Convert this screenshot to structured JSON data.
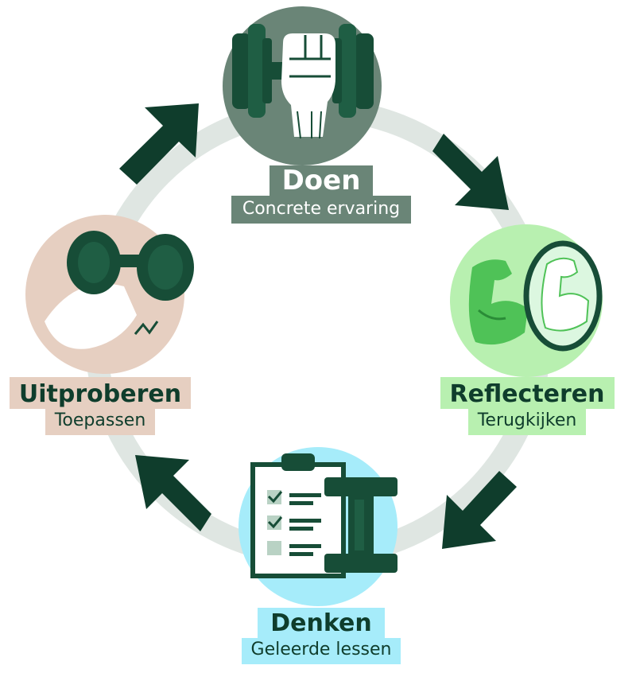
{
  "stages": {
    "doen": {
      "title": "Doen",
      "subtitle": "Concrete ervaring",
      "color": "#6a8577",
      "icon": "fist-dumbbell-icon"
    },
    "reflecteren": {
      "title": "Reflecteren",
      "subtitle": "Terugkijken",
      "color": "#b8f0b0",
      "icon": "flexing-arm-mirror-icon"
    },
    "denken": {
      "title": "Denken",
      "subtitle": "Geleerde lessen",
      "color": "#a6ecfa",
      "icon": "clipboard-checklist-dumbbell-icon"
    },
    "uitproberen": {
      "title": "Uitproberen",
      "subtitle": "Toepassen",
      "color": "#e6cfc1",
      "icon": "arm-lifting-dumbbell-icon"
    }
  },
  "colors": {
    "ring": "#dfe6e2",
    "arrow": "#0f3d2c",
    "dark_green": "#174d37"
  }
}
